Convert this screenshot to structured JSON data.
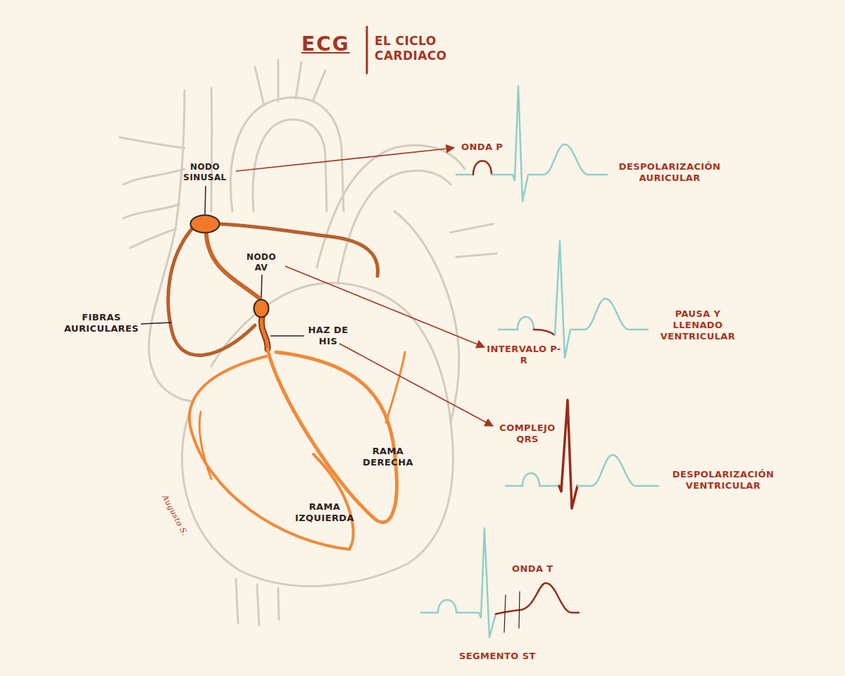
{
  "diagram": {
    "title": "ECG",
    "nodes": [
      {
        "text": [
          "NODO SINUSAL"
        ]
      },
      {
        "text": [
          "NODO AV"
        ]
      }
    ],
    "edges": [
      {
        "from": 0,
        "to": 1,
        "arrow": "none"
      }
    ],
    "labels": [
      "EL CICLO CARDIACO",
      "ONDA P",
      "DESPOLARIZACIÓN AURICULAR",
      "FIBRAS AURICULARES",
      "HAZ DE HIS",
      "PAUSA Y LLENADO VENTRICULAR",
      "INTERVALO P-R",
      "COMPLEJO QRS",
      "RAMA DERECHA",
      "DESPOLARIZACIÓN VENTRICULAR",
      "Augusto S.",
      "RAMA IZQUIERDA",
      "ONDA T",
      "SEGMENTO ST"
    ]
  }
}
